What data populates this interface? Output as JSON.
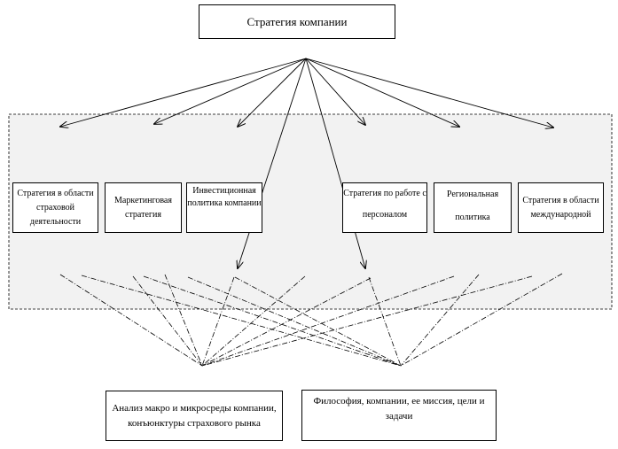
{
  "top_box": {
    "label": "Стратегия компании"
  },
  "strategies": [
    {
      "id": "insurance",
      "label": "Стратегия  в области страховой деятельности"
    },
    {
      "id": "marketing",
      "label": "Маркетинговая стратегия"
    },
    {
      "id": "investment",
      "label": "Инвестиционная политика компании"
    },
    {
      "id": "personnel",
      "label": "Стратегия по работе с персоналом"
    },
    {
      "id": "regional",
      "label": "Региональная политика"
    },
    {
      "id": "international",
      "label": "Стратегия в области международной"
    }
  ],
  "bases": [
    {
      "id": "analysis",
      "label": "Анализ макро и микросреды компании, конъюнктуры страхового рынка"
    },
    {
      "id": "philosophy",
      "label": "Философия,  компании, ее миссия, цели и задачи"
    }
  ],
  "colors": {
    "panel_fill": "#f2f2f2",
    "line": "#000000"
  }
}
